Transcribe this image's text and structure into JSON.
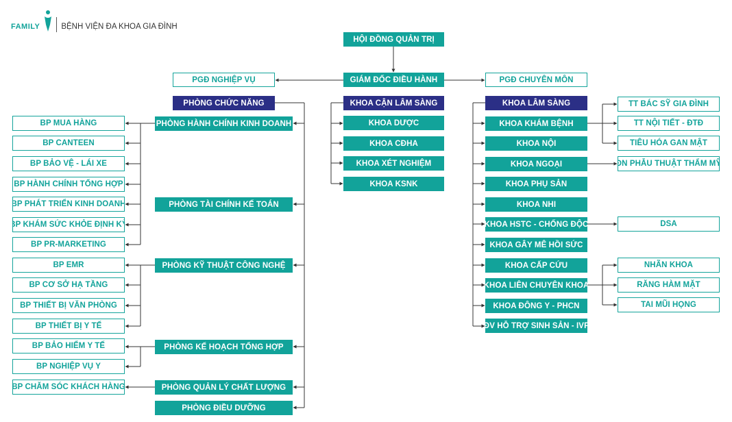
{
  "header": {
    "brand": "FAMILY",
    "hospital_name": "BỆNH VIỆN ĐA KHOA GIA ĐÌNH"
  },
  "colors": {
    "teal": "#12a39a",
    "navy": "#2b2f86",
    "line": "#333333"
  },
  "nodes": {
    "hoi_dong": "HỘI ĐỒNG QUẢN TRỊ",
    "giam_doc": "GIÁM ĐỐC ĐIỀU HÀNH",
    "pgd_nghiep_vu": "PGĐ NGHIỆP VỤ",
    "pgd_chuyen_mon": "PGĐ CHUYÊN MÔN",
    "phong_chuc_nang": "PHÒNG CHỨC NĂNG",
    "khoa_can_lam_sang": "KHOA CẬN LÂM SÀNG",
    "khoa_lam_sang": "KHOA LÂM SÀNG",
    "phong_hc_kd": "PHÒNG HÀNH CHÍNH KINH DOANH",
    "phong_tc_kt": "PHÒNG TÀI CHÍNH KẾ TOÁN",
    "phong_ktcn": "PHÒNG KỸ THUẬT CÔNG NGHỆ",
    "phong_khth": "PHÒNG KẾ HOẠCH TỔNG HỢP",
    "phong_qlcl": "PHÒNG QUẢN LÝ CHẤT LƯỢNG",
    "phong_dieu_duong": "PHÒNG ĐIỀU DƯỠNG",
    "bp_mua_hang": "BP MUA HÀNG",
    "bp_canteen": "BP CANTEEN",
    "bp_bao_ve": "BP BẢO VỆ - LÁI XE",
    "bp_hc_th": "BP HÀNH CHÍNH TỔNG HỢP",
    "bp_ptkd": "BP PHÁT TRIỂN KINH DOANH",
    "bp_ksk": "BP KHÁM SỨC KHỎE ĐỊNH KỲ",
    "bp_pr": "BP PR-MARKETING",
    "bp_emr": "BP EMR",
    "bp_csht": "BP CƠ SỞ HẠ TẦNG",
    "bp_tbvp": "BP THIẾT BỊ VĂN PHÒNG",
    "bp_tbyt": "BP THIẾT BỊ Y TẾ",
    "bp_bhyt": "BP BẢO HIỂM Y TẾ",
    "bp_nvy": "BP NGHIỆP VỤ Y",
    "bp_cskh": "BP CHĂM SÓC KHÁCH HÀNG",
    "khoa_duoc": "KHOA DƯỢC",
    "khoa_cdha": "KHOA CĐHA",
    "khoa_xn": "KHOA XÉT NGHIỆM",
    "khoa_ksnk": "KHOA KSNK",
    "khoa_kham_benh": "KHOA KHÁM BỆNH",
    "khoa_noi": "KHOA NỘI",
    "khoa_ngoai": "KHOA NGOẠI",
    "khoa_phu_san": "KHOA PHỤ SẢN",
    "khoa_nhi": "KHOA NHI",
    "khoa_hstc": "KHOA HSTC - CHỐNG ĐỘC",
    "khoa_gmhs": "KHOA GÂY MÊ HỒI SỨC",
    "khoa_cap_cuu": "KHOA CẤP CỨU",
    "khoa_lck": "KHOA LIÊN CHUYÊN KHOA",
    "khoa_dong_y": "KHOA ĐÔNG Y - PHCN",
    "dv_ivf": "ĐV HỖ TRỢ SINH SẢN - IVF",
    "tt_bsgd": "TT BÁC SỸ GIA ĐÌNH",
    "tt_noi_tiet": "TT NỘI TIẾT - ĐTĐ",
    "tieu_hoa": "TIÊU HÓA GAN MẬT",
    "dn_ptth": "ĐN PHẪU THUẬT THẨM MỸ",
    "dsa": "DSA",
    "nhan_khoa": "NHÃN KHOA",
    "rang_ham_mat": "RĂNG HÀM MẶT",
    "tai_mui_hong": "TAI MŨI HỌNG"
  }
}
